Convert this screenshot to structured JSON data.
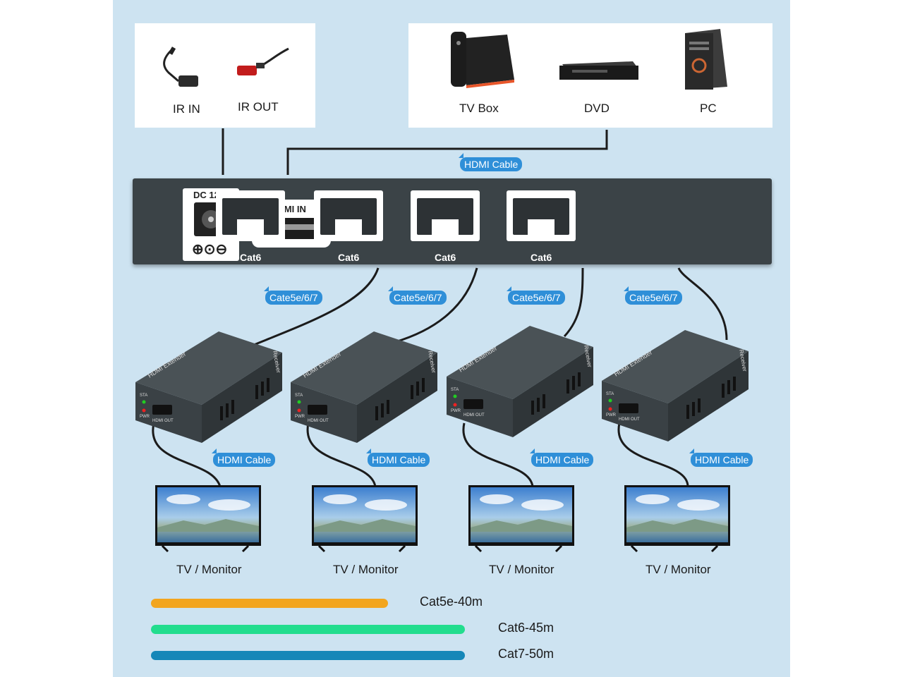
{
  "ir": {
    "in_label": "IR IN",
    "out_label": "IR OUT"
  },
  "sources": [
    {
      "label": "TV Box",
      "icon": "tv-box-icon"
    },
    {
      "label": "DVD",
      "icon": "dvd-player-icon"
    },
    {
      "label": "PC",
      "icon": "pc-tower-icon"
    }
  ],
  "hdmi_cable_tag": "HDMI Cable",
  "hub": {
    "dc_label": "DC 12V",
    "dc_polarity": "⊕⊙⊖",
    "hdmi_in_label": "HDMI IN",
    "ports": [
      "Cat6",
      "Cat6",
      "Cat6",
      "Cat6"
    ]
  },
  "cable_tags": [
    "Cate5e/6/7",
    "Cate5e/6/7",
    "Cate5e/6/7",
    "Cate5e/6/7"
  ],
  "receivers": [
    {
      "name": "HDMI Extender",
      "side": "Receiver",
      "sta": "STA",
      "pwr": "PWR",
      "out": "HDMI OUT"
    },
    {
      "name": "HDMI Extender",
      "side": "Receiver",
      "sta": "STA",
      "pwr": "PWR",
      "out": "HDMI OUT"
    },
    {
      "name": "HDMI Extender",
      "side": "Receiver",
      "sta": "STA",
      "pwr": "PWR",
      "out": "HDMI OUT"
    },
    {
      "name": "HDMI Extender",
      "side": "Receiver",
      "sta": "STA",
      "pwr": "PWR",
      "out": "HDMI OUT"
    }
  ],
  "output_cable_tags": [
    "HDMI Cable",
    "HDMI Cable",
    "HDMI Cable",
    "HDMI Cable"
  ],
  "displays": [
    "TV / Monitor",
    "TV / Monitor",
    "TV / Monitor",
    "TV / Monitor"
  ],
  "legend": [
    {
      "label": "Cat5e-40m",
      "color": "#f2a51e",
      "distance_m": 40
    },
    {
      "label": "Cat6-45m",
      "color": "#22dd8e",
      "distance_m": 45
    },
    {
      "label": "Cat7-50m",
      "color": "#1587b8",
      "distance_m": 50
    }
  ],
  "colors": {
    "background": "#cde3f1",
    "tag": "#2f8fd8",
    "hub": "#3b4347"
  }
}
